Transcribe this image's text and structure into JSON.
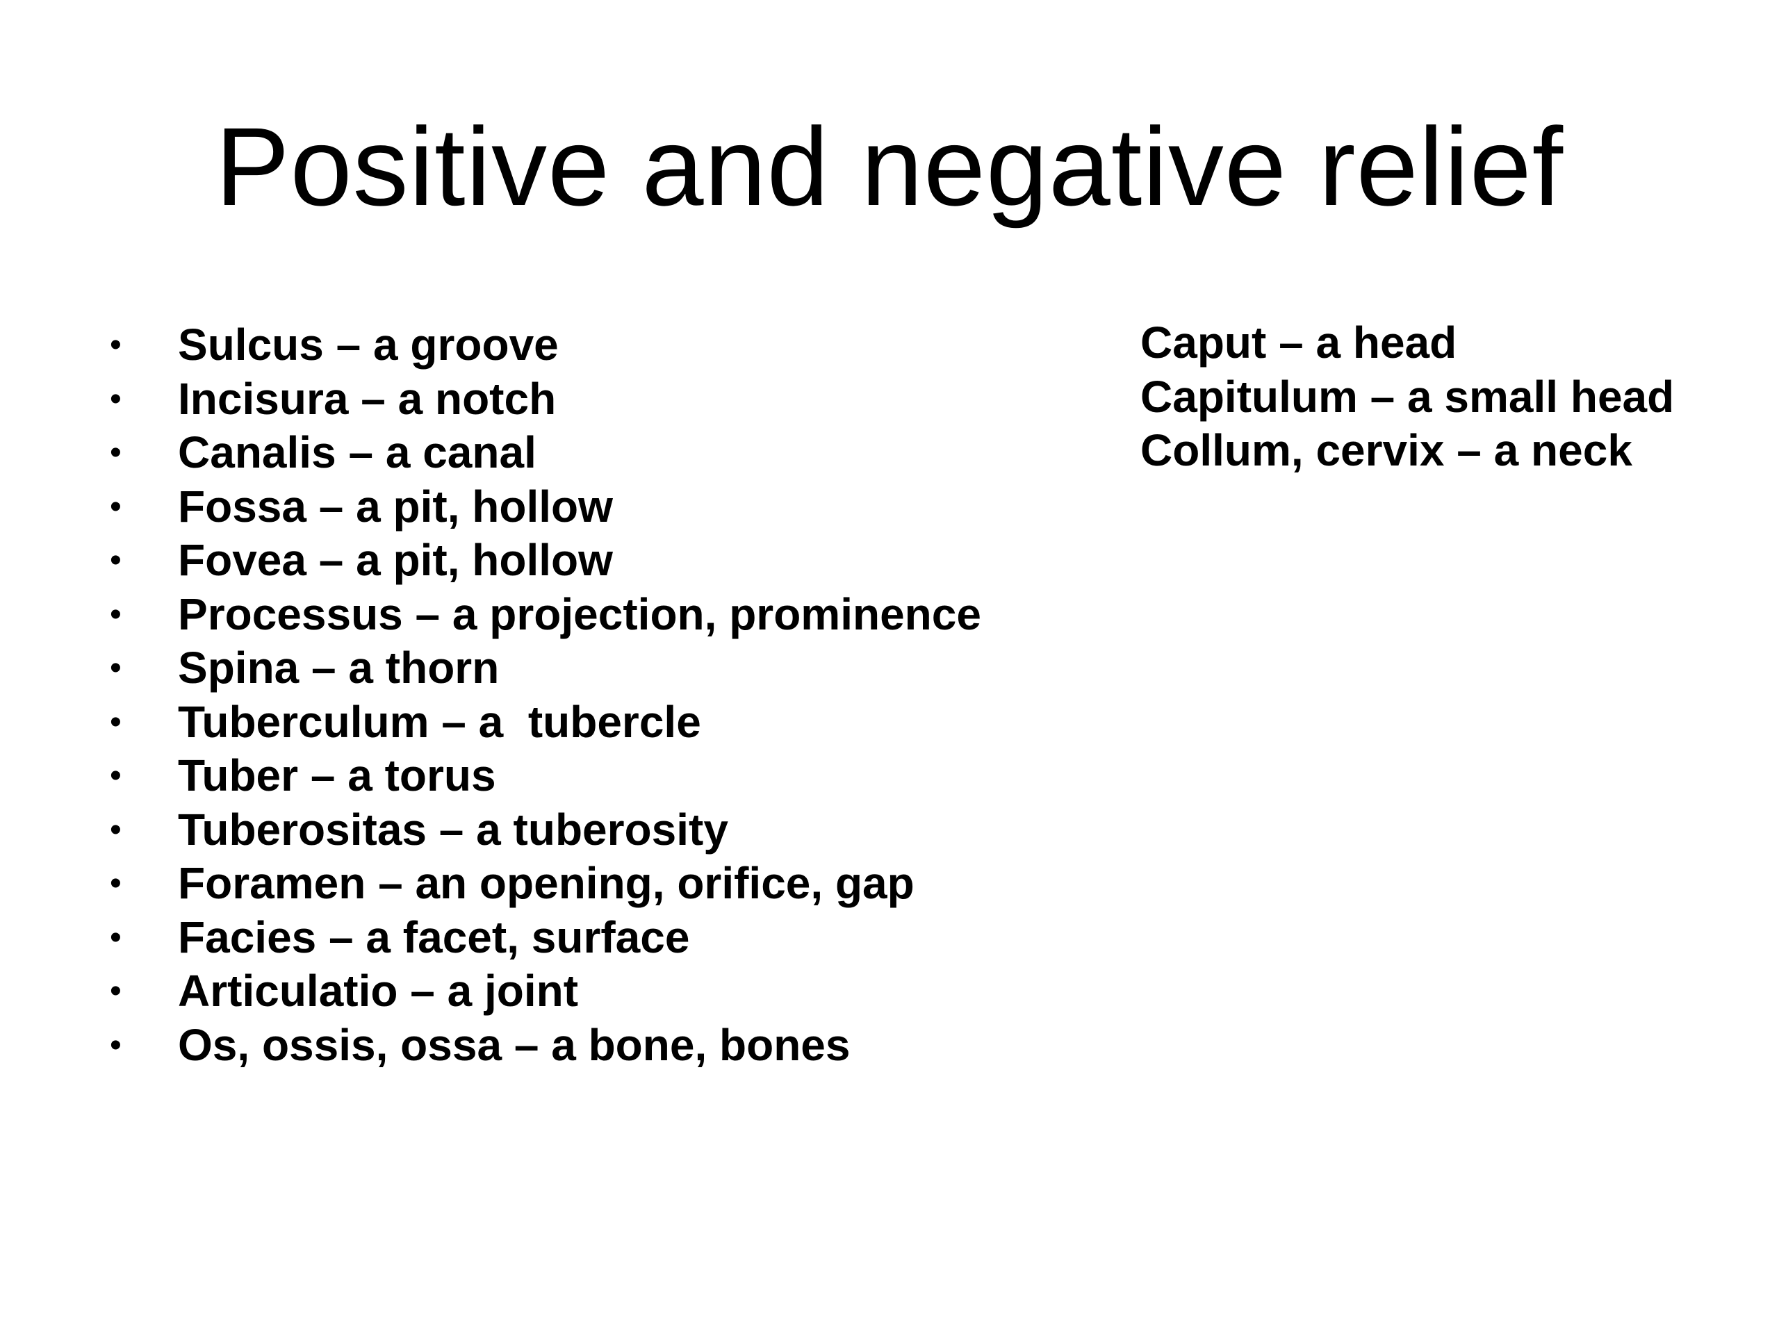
{
  "title": "Positive and negative relief",
  "bullet_glyph": "•",
  "left_items": [
    "Sulcus – a groove",
    "Incisura – a notch",
    "Canalis – a canal",
    "Fossa – a pit, hollow",
    "Fovea – a pit, hollow",
    "Processus – a projection, prominence",
    "Spina – a thorn",
    "Tuberculum – a  tubercle",
    "Tuber – a torus",
    "Tuberositas – a tuberosity",
    "Foramen – an opening, orifice, gap",
    "Facies – a facet, surface",
    "Articulatio – a joint",
    "Os, ossis, ossa – a bone, bones"
  ],
  "right_items": [
    "Caput – a head",
    "Capitulum – a small head",
    "Collum, cervix – a neck"
  ]
}
